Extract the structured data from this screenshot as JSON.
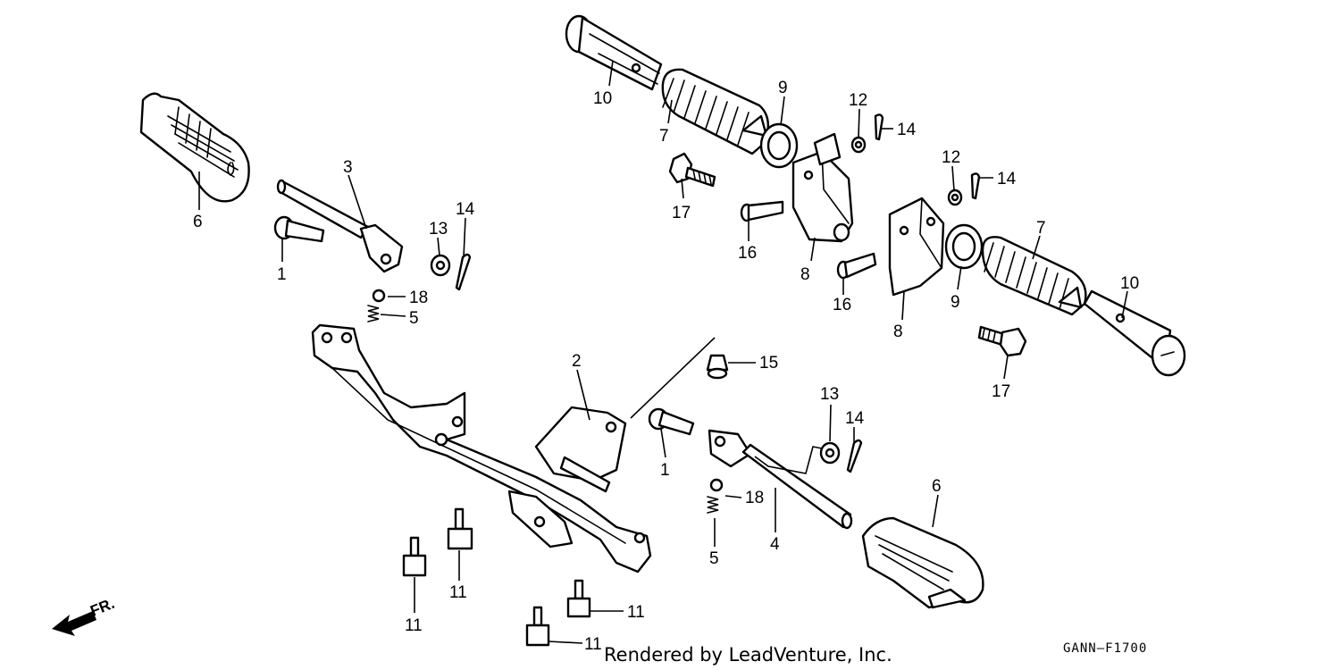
{
  "diagram": {
    "callouts": {
      "p1a": "1",
      "p1b": "1",
      "p2": "2",
      "p3": "3",
      "p4": "4",
      "p5a": "5",
      "p5b": "5",
      "p6a": "6",
      "p6b": "6",
      "p7a": "7",
      "p7b": "7",
      "p8a": "8",
      "p8b": "8",
      "p9a": "9",
      "p9b": "9",
      "p10a": "10",
      "p10b": "10",
      "p11a": "11",
      "p11b": "11",
      "p11c": "11",
      "p11d": "11",
      "p12a": "12",
      "p12b": "12",
      "p13a": "13",
      "p13b": "13",
      "p14a": "14",
      "p14b": "14",
      "p14c": "14",
      "p14d": "14",
      "p15": "15",
      "p16a": "16",
      "p16b": "16",
      "p17a": "17",
      "p17b": "17",
      "p18a": "18",
      "p18b": "18"
    },
    "direction_label": "FR.",
    "credit": "Rendered by LeadVenture, Inc.",
    "diagram_code": "GANN–F1700",
    "icons": {
      "direction": "front-arrow-icon"
    }
  }
}
